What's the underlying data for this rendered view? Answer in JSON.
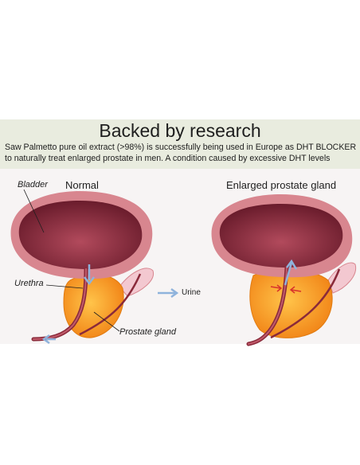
{
  "banner": {
    "heading": "Backed by research",
    "line1": "Saw Palmetto pure oil extract (>98%) is successfully being used in Europe as DHT BLOCKER",
    "line2": "to naturally treat enlarged prostate in men. A condition caused by excessive DHT levels"
  },
  "diagram": {
    "normal_title": "Normal",
    "enlarged_title": "Enlarged prostate gland",
    "labels": {
      "bladder": "Bladder",
      "urethra": "Urethra",
      "prostate_gland": "Prostate gland"
    },
    "legend": {
      "urine": "Urine",
      "arrow_color": "#8fb3dc"
    },
    "colors": {
      "prostate": "#f59a1f",
      "bladder_inner": "#7a2436",
      "bladder_wall": "#d8868f",
      "tissue": "#c05a6a"
    }
  }
}
